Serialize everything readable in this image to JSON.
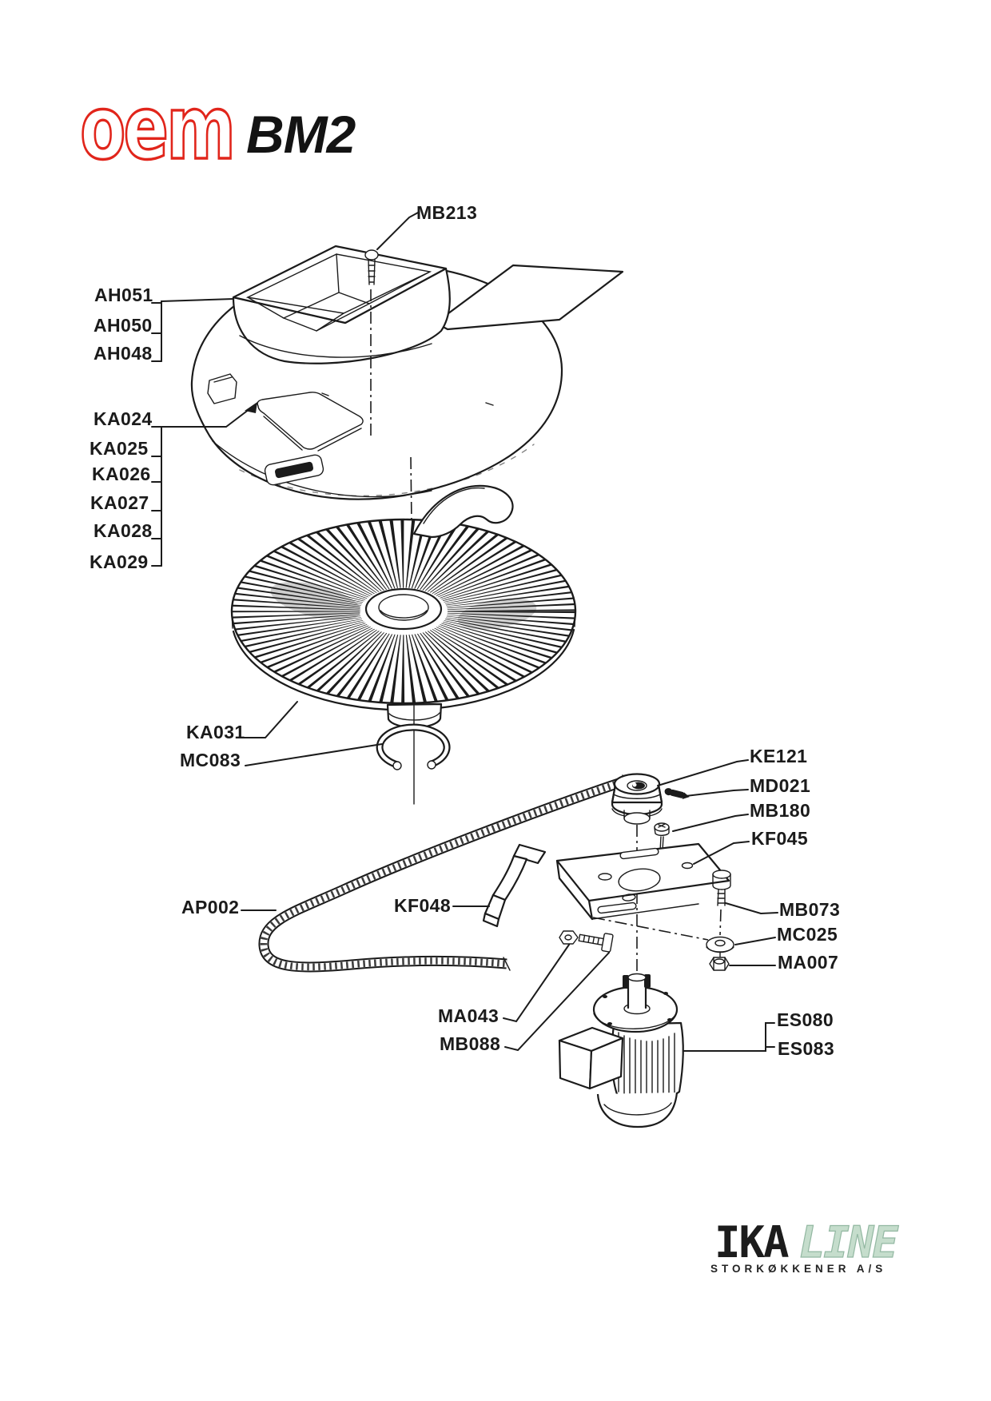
{
  "header": {
    "brand": "oem",
    "model": "BM2"
  },
  "part_labels": {
    "mb213": "MB213",
    "ah051": "AH051",
    "ah050": "AH050",
    "ah048": "AH048",
    "ka024": "KA024",
    "ka025": "KA025",
    "ka026": "KA026",
    "ka027": "KA027",
    "ka028": "KA028",
    "ka029": "KA029",
    "ka031": "KA031",
    "mc083": "MC083",
    "ke121": "KE121",
    "md021": "MD021",
    "mb180": "MB180",
    "kf045": "KF045",
    "ap002": "AP002",
    "kf048": "KF048",
    "mb073": "MB073",
    "mc025": "MC025",
    "ma007": "MA007",
    "ma043": "MA043",
    "mb088": "MB088",
    "es080": "ES080",
    "es083": "ES083"
  },
  "footer": {
    "brand_primary": "IKA",
    "brand_secondary": "LINE",
    "tagline": "STORKØKKENER A/S"
  },
  "colors": {
    "brand_red": "#e1251b",
    "ink": "#1b1b1b",
    "line_green": "#c5ddcc"
  }
}
